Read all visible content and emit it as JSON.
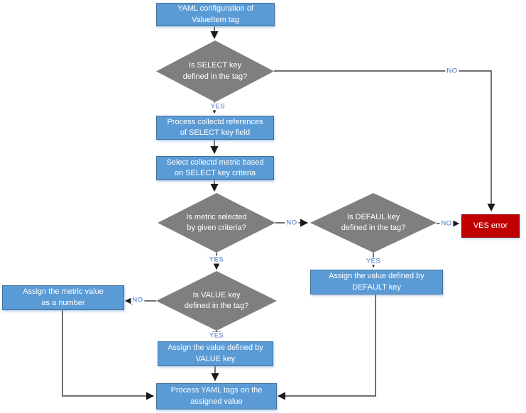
{
  "flowchart": {
    "nodes": {
      "start": "YAML configuration of\nValueItem tag",
      "d_select": "Is SELECT key\ndefined in the tag?",
      "process_refs": "Process collectd references\nof SELECT key field",
      "select_metric": "Select collectd metric based\non SELECT key criteria",
      "d_metric": "Is metric selected\nby given criteria?",
      "d_default": "Is DEFAUL key\ndefined in the tag?",
      "ves_error": "VES error",
      "assign_default": "Assign the value defined by\nDEFAULT key",
      "d_value": "Is VALUE key\ndefined in the tag?",
      "assign_number": "Assign the metric value\nas a number",
      "assign_value": "Assign the value defined by\nVALUE key",
      "process_tags": "Process YAML tags on the\nassigned value"
    },
    "labels": {
      "yes": "YES",
      "no": "NO"
    },
    "colors": {
      "process_fill": "#5B9BD5",
      "process_border": "#41719C",
      "decision_fill": "#7F7F7F",
      "error_fill": "#C00000",
      "error_border": "#8F0000",
      "connector": "#404040",
      "branch_label": "#4472C4",
      "shape_text": "#FFFFFF"
    }
  }
}
